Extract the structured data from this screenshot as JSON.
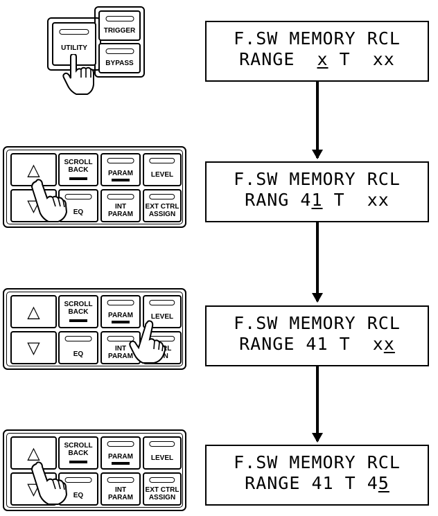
{
  "top_panel": {
    "utility_label": "UTILITY",
    "trigger_label": "TRIGGER",
    "bypass_label": "BYPASS"
  },
  "keypad": {
    "up_glyph": "△",
    "down_glyph": "▽",
    "scroll_back_line1": "SCROLL",
    "scroll_back_line2": "BACK",
    "param_label": "PARAM",
    "level_label": "LEVEL",
    "eq_label": "EQ",
    "int_param_line1": "INT",
    "int_param_line2": "PARAM",
    "ext_ctrl_line1": "EXT CTRL",
    "ext_ctrl_line2": "ASSIGN",
    "ext_ctrl_obscured_line1": "CTRL",
    "ext_ctrl_obscured_line2": "IGN",
    "eq_obscured_label": "EQ"
  },
  "displays": [
    {
      "line1": "F.SW MEMORY RCL",
      "line2_pre": "RANGE  ",
      "line2_u": "x",
      "line2_post": " T  xx"
    },
    {
      "line1": "F.SW MEMORY RCL",
      "line2_pre": "RANG 4",
      "line2_u": "1",
      "line2_post": " T  xx"
    },
    {
      "line1": "F.SW MEMORY RCL",
      "line2_pre": "RANGE 41 T  x",
      "line2_u": "x",
      "line2_post": ""
    },
    {
      "line1": "F.SW MEMORY RCL",
      "line2_pre": "RANGE 41 T 4",
      "line2_u": "5",
      "line2_post": ""
    }
  ]
}
